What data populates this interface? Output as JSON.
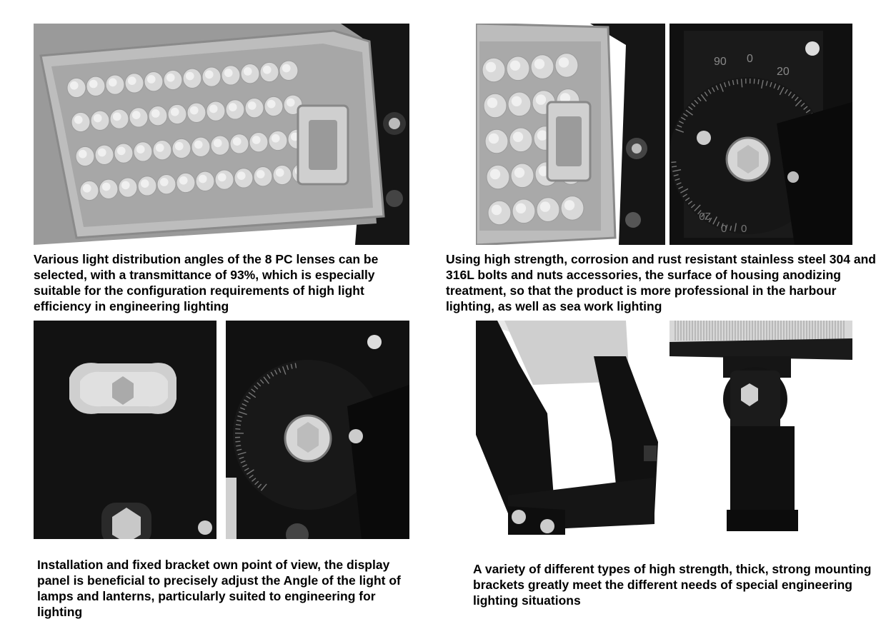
{
  "captions": {
    "top_left": "Various light distribution angles of the 8 PC lenses can be selected, with a transmittance of 93%, which is especially suitable for the configuration requirements of high light efficiency in engineering lighting",
    "top_right": "Using high strength, corrosion and rust resistant stainless steel 304 and 316L bolts and nuts accessories, the surface of housing anodizing treatment, so that the product is more professional in the harbour lighting, as well as sea work lighting",
    "bottom_left": "Installation and fixed bracket own point of view, the display panel is beneficial to precisely adjust the Angle of the light of lamps and lanterns, particularly suited to engineering for lighting",
    "bottom_right": "A variety of different types of high strength, thick, strong mounting brackets greatly meet the different needs of special engineering lighting situations"
  },
  "dial_labels": {
    "top_a": "90",
    "top_b": "0",
    "top_c": "20",
    "bottom_a": "20",
    "bottom_b": "0",
    "bottom_c": "0"
  },
  "colors": {
    "housing": "#111111",
    "lens": "#d9d9d9",
    "frame": "#b5b5b5",
    "bolt": "#c8c8c8"
  }
}
